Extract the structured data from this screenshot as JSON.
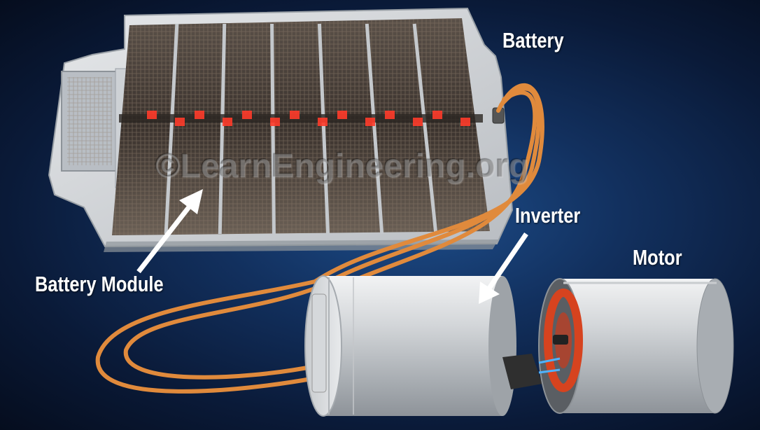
{
  "labels": {
    "battery": "Battery",
    "battery_module": "Battery Module",
    "inverter": "Inverter",
    "motor": "Motor"
  },
  "watermark": "©LearnEngineering.org",
  "colors": {
    "cable": "#e08a3c",
    "module_glow": "#ff3b2a",
    "background": "#12305e",
    "housing": "#d9dbde"
  }
}
